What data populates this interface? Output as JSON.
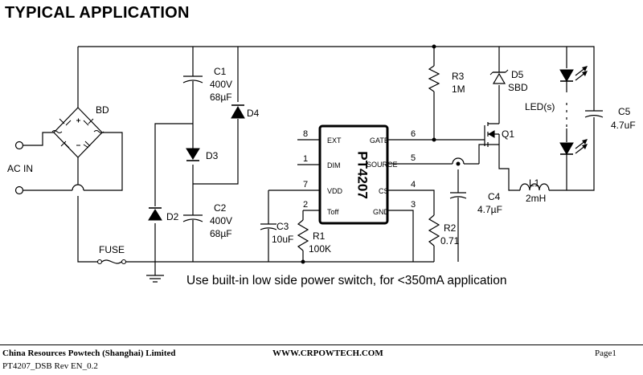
{
  "heading": "TYPICAL APPLICATION",
  "labels": {
    "bd": "BD",
    "ac_in": "AC IN",
    "fuse": "FUSE",
    "c1_name": "C1",
    "c1_v": "400V",
    "c1_val": "68µF",
    "c2_name": "C2",
    "c2_v": "400V",
    "c2_val": "68µF",
    "d2": "D2",
    "d3": "D3",
    "d4": "D4",
    "c3_name": "C3",
    "c3_val": "10uF",
    "r1_name": "R1",
    "r1_val": "100K",
    "r2_name": "R2",
    "r2_val": "0.71",
    "r3_name": "R3",
    "r3_val": "1M",
    "d5_name": "D5",
    "d5_val": "SBD",
    "q1": "Q1",
    "c4_name": "C4",
    "c4_val": "4.7µF",
    "l1_name": "L1",
    "l1_val": "2mH",
    "leds": "LED(s)",
    "c5_name": "C5",
    "c5_val": "4.7uF",
    "chip": "PT4207"
  },
  "pins": {
    "ext": "EXT",
    "dim": "DIM",
    "vdd": "VDD",
    "toff": "Toff",
    "gate": "GATE",
    "source": "SOURCE",
    "cs": "CS",
    "gnd": "GND",
    "n8": "8",
    "n1": "1",
    "n7": "7",
    "n2": "2",
    "n6": "6",
    "n5": "5",
    "n4": "4",
    "n3": "3"
  },
  "note": "Use built-in low side power switch, for <350mA application",
  "footer": {
    "company": "China Resources Powtech (Shanghai) Limited",
    "website": "WWW.CRPOWTECH.COM",
    "page": "Page1",
    "doc": "PT4207_DSB Rev EN_0.2"
  }
}
